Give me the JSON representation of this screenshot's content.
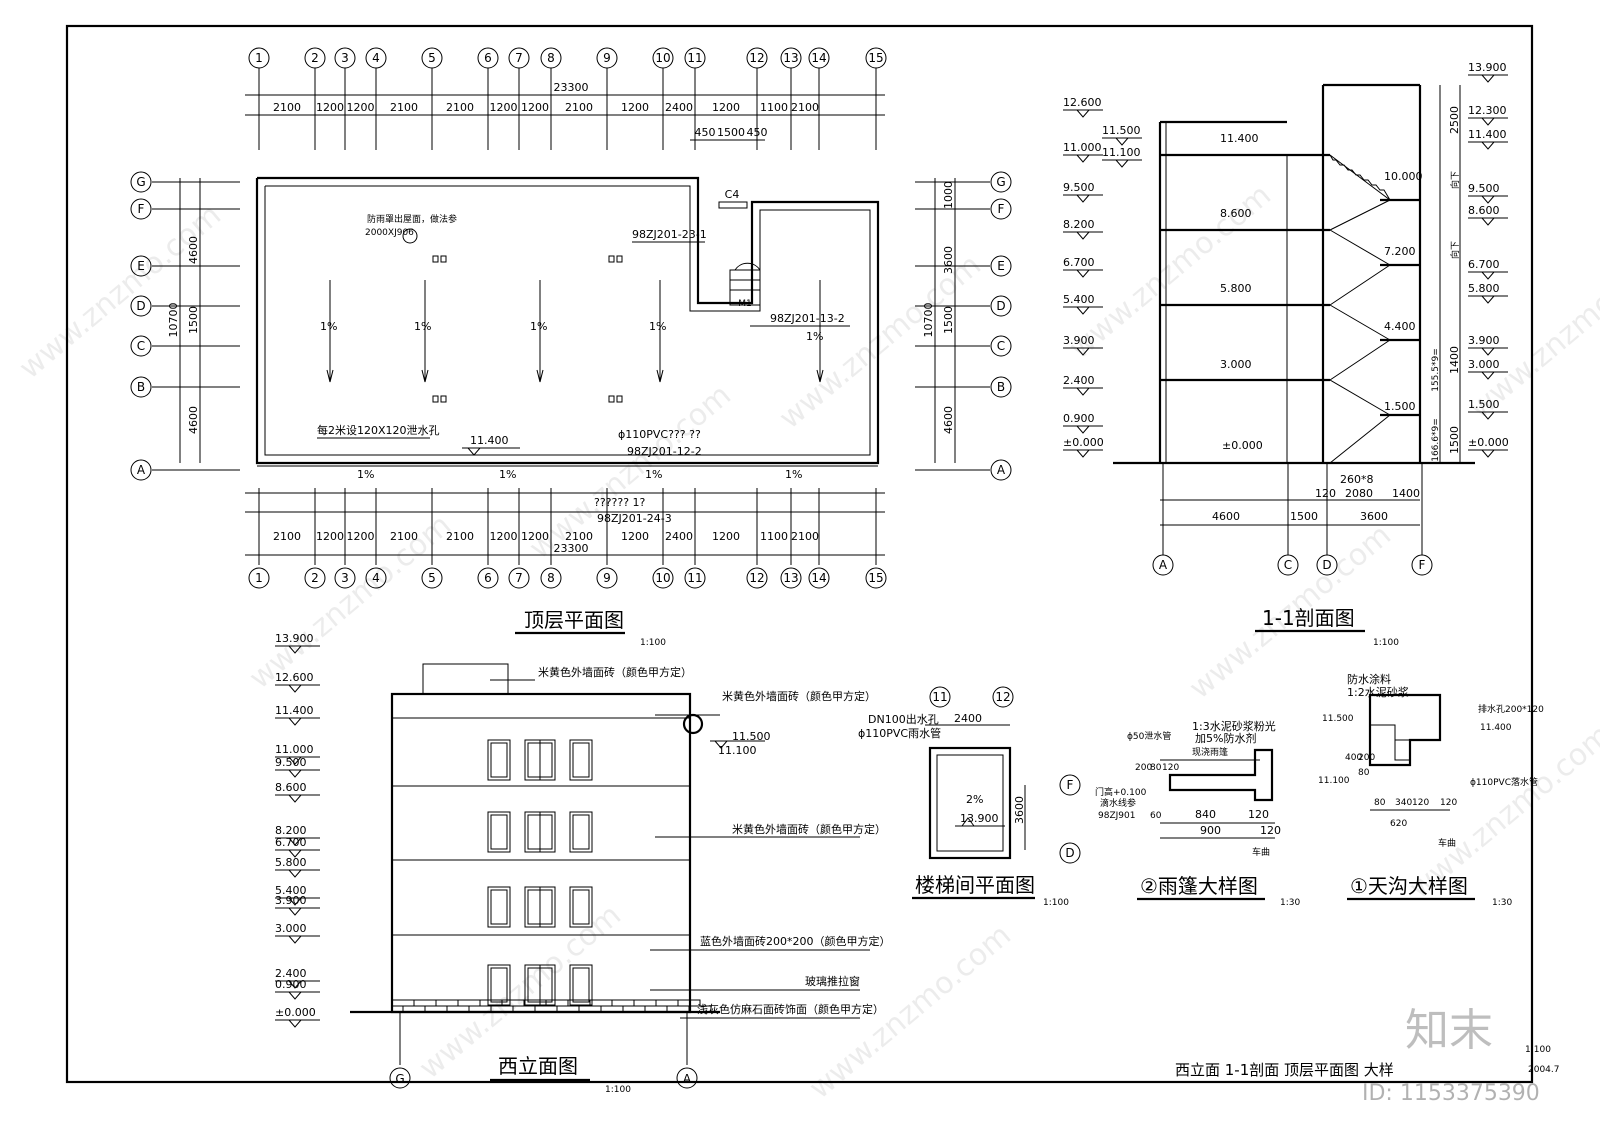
{
  "titles": {
    "roof_plan": "顶层平面图",
    "section": "1-1剖面图",
    "west_elev": "西立面图",
    "stair_plan": "楼梯间平面图",
    "canopy": "②雨篷大样图",
    "gutter": "①天沟大样图"
  },
  "scales": {
    "s100": "1:100",
    "s30": "1:30"
  },
  "axes_numeric": [
    "1",
    "2",
    "3",
    "4",
    "5",
    "6",
    "7",
    "8",
    "9",
    "10",
    "11",
    "12",
    "13",
    "14",
    "15"
  ],
  "axes_letters": [
    "G",
    "F",
    "E",
    "D",
    "C",
    "B",
    "A"
  ],
  "plan_dims": [
    "2100",
    "1200",
    "1200",
    "2100",
    "2100",
    "1200",
    "1200",
    "2100",
    "1200",
    "2400",
    "1200",
    "1100",
    "2100"
  ],
  "plan_total": "23300",
  "plan_small_dims": [
    "450",
    "1500",
    "450"
  ],
  "plan_left_dims": [
    "4600",
    "10700",
    "1500",
    "4600"
  ],
  "plan_right_dims": [
    "1000",
    "3600",
    "1500",
    "10700",
    "4600"
  ],
  "plan_notes": {
    "c4": "C4",
    "ref1": "98ZJ201-23-1",
    "ref2": "98ZJ201-13-2",
    "m1": "M1",
    "detail": "2000XJ906",
    "detail_top": "防雨罩出屋面，做法参",
    "slope": "1%",
    "drain": "每2米设120X120泄水孔",
    "level": "11.400",
    "pipe": "ϕ110PVC??? ??",
    "ref3": "98ZJ201-12-2",
    "ref4": "?????? 1?",
    "ref5": "98ZJ201-24-3"
  },
  "section_levels_left": [
    "12.600",
    "11.500",
    "11.000",
    "11.100",
    "9.500",
    "8.200",
    "6.700",
    "5.400",
    "3.900",
    "2.400",
    "0.900",
    "±0.000"
  ],
  "section_levels_floor": [
    "11.400",
    "8.600",
    "5.800",
    "3.000",
    "±0.000"
  ],
  "section_levels_stair": [
    "10.000",
    "7.200",
    "4.400",
    "1.500"
  ],
  "section_levels_right": [
    "13.900",
    "12.300",
    "11.400",
    "9.500",
    "8.600",
    "6.700",
    "5.800",
    "3.900",
    "3.000",
    "1.500",
    "±0.000"
  ],
  "section_dims": {
    "d2500": "2500",
    "d1400": "1400",
    "d1500": "1500",
    "s1": "155.5*9=",
    "s2": "166.6*9=",
    "step": "260*8",
    "d120": "120",
    "d2080": "2080",
    "d1400b": "1400",
    "d4600": "4600",
    "d1500b": "1500",
    "d3600": "3600",
    "updown": "向下"
  },
  "section_axes": [
    "A",
    "C",
    "D",
    "F"
  ],
  "elev_levels": [
    "13.900",
    "12.600",
    "11.400",
    "11.000",
    "9.500",
    "8.600",
    "8.200",
    "6.700",
    "5.800",
    "5.400",
    "3.900",
    "3.000",
    "2.400",
    "0.900",
    "±0.000"
  ],
  "elev_notes": [
    "米黄色外墙面砖（颜色甲方定）",
    "米黄色外墙面砖（颜色甲方定）",
    "米黄色外墙面砖（颜色甲方定）",
    "蓝色外墙面砖200*200（颜色甲方定）",
    "玻璃推拉窗",
    "浅灰色仿麻石面砖饰面（颜色甲方定）"
  ],
  "elev_small": {
    "l1": "11.500",
    "l2": "11.100"
  },
  "elev_axes": [
    "G",
    "A"
  ],
  "stair": {
    "a1": "11",
    "a2": "12",
    "dim": "2400",
    "dim2": "3600",
    "pipe1": "DN100出水孔",
    "pipe2": "ϕ110PVC雨水管",
    "slope": "2%",
    "lvl": "13.900",
    "f": "F",
    "d": "D"
  },
  "canopy": {
    "t1": "1:3水泥砂浆粉光",
    "t2": "加5%防水剂",
    "t3": "现浇雨篷",
    "t4": "ϕ50泄水管",
    "t5": "门高+0.100",
    "t6": "滴水线参",
    "t7": "98ZJ901",
    "t8": "60",
    "d1": "200",
    "d2": "80",
    "d3": "120",
    "d4": "840",
    "d5": "120",
    "d6": "900",
    "d7": "120",
    "tail": "车曲"
  },
  "gutter": {
    "t1": "防水涂料",
    "t2": "1:2水泥砂浆",
    "t3": "排水孔200*120",
    "t4": "11.500",
    "t5": "11.400",
    "t6": "11.100",
    "t7": "ϕ110PVC落水管",
    "d1": "400",
    "d2": "200",
    "d3": "80",
    "d4": "340",
    "d5": "120",
    "d6": "120",
    "d7": "80",
    "d8": "620",
    "tail": "车曲"
  },
  "footer": {
    "title": "西立面 1-1剖面 顶层平面图  大样",
    "scale": "1:100",
    "date": "2004.7",
    "id": "ID: 1153375390",
    "logo": "知末"
  },
  "watermark": "www.znzmo.com"
}
